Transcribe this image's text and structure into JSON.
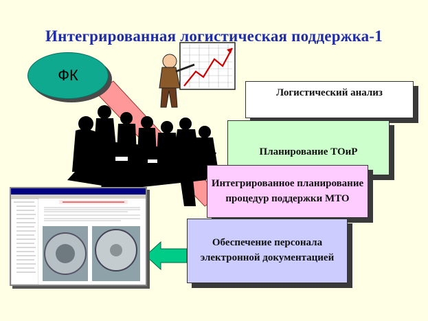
{
  "title": "Интегрированная логистическая поддержка-1",
  "fk_label": "ФК",
  "boxes": [
    "Логистический анализ",
    "Планирование ТОиР",
    "Интегрированное планирование процедур поддержки МТО",
    "Обеспечение персонала электронной документацией"
  ],
  "colors": {
    "title": "#1f2ea8",
    "ellipse": "#0ea98f",
    "box_white": "#ffffff",
    "box_green": "#ccffcc",
    "box_pink": "#ffccff",
    "box_lavender": "#ccccff",
    "arrow_pink": "#ff9999",
    "arrow_green": "#00cc88"
  },
  "icons": [
    "presenter-with-chart-icon",
    "meeting-table-people-icon",
    "document-viewer-screenshot-icon"
  ]
}
